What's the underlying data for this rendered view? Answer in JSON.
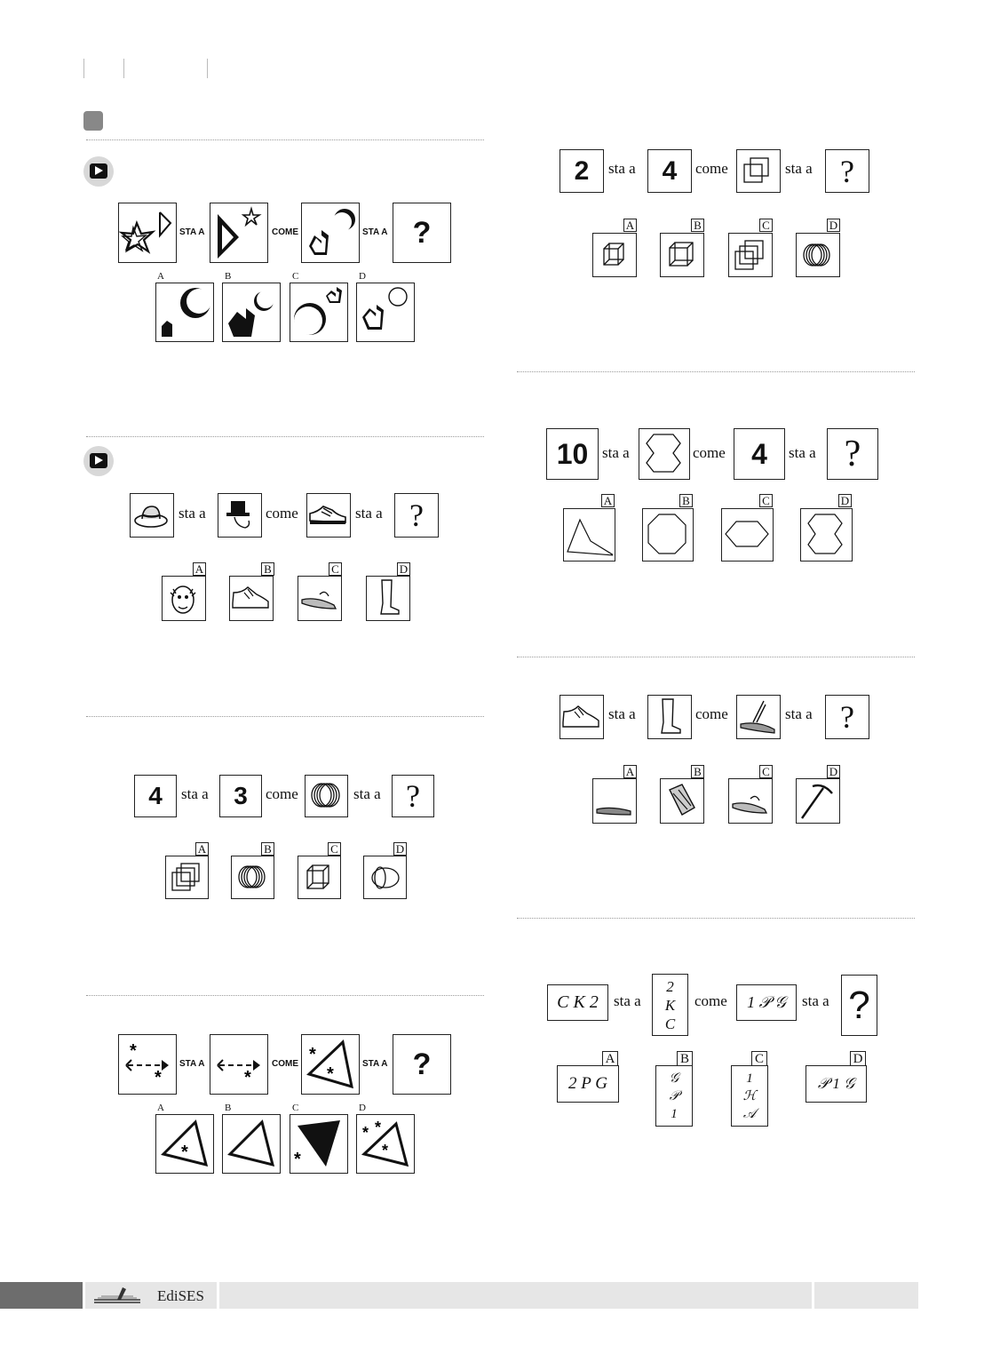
{
  "header": {
    "marks": [
      "",
      "",
      ""
    ]
  },
  "words": {
    "sta_a": "sta a",
    "come": "come",
    "sta_a_caps": "STA A",
    "come_caps": "COME",
    "qmark": "?"
  },
  "letters": {
    "A": "A",
    "B": "B",
    "C": "C",
    "D": "D"
  },
  "q_num_1": {
    "left": "4",
    "right": "3"
  },
  "q_num_2": {
    "left": "2",
    "right": "4"
  },
  "q_num_3": {
    "left": "10",
    "right": "4"
  },
  "q_letters": {
    "first": "C K 2",
    "second": [
      "2",
      "K",
      "C"
    ],
    "third": "1 𝒫 𝒢",
    "opt_a": "2 P G",
    "opt_b": [
      "𝒢",
      "𝒫",
      "1"
    ],
    "opt_c": [
      "1",
      "ℋ",
      "𝒜"
    ],
    "opt_d": "𝒫 1 𝒢"
  },
  "footer": {
    "publisher": "EdiSES"
  },
  "colors": {
    "ink": "#111111",
    "rule": "#9a9a9a",
    "footer_bg": "#e6e6e6",
    "badge": "#d8d8d8"
  }
}
